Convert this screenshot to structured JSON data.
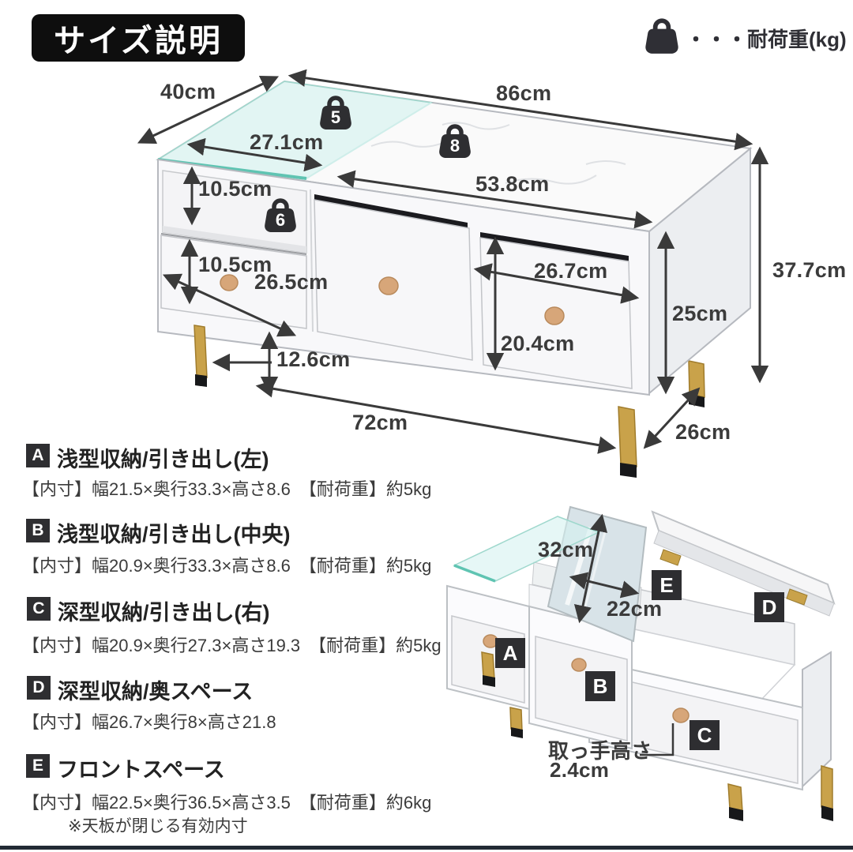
{
  "title": "サイズ説明",
  "legend": {
    "label": "・・・耐荷重(kg)"
  },
  "main_diagram": {
    "dims": {
      "depth": "40cm",
      "width": "86cm",
      "glass_width": "27.1cm",
      "shelf_height": "10.5cm",
      "marble_width": "53.8cm",
      "drawer_left_height": "10.5cm",
      "drawer_left_width": "26.5cm",
      "drawer_right_width": "26.7cm",
      "body_height": "25cm",
      "drawer_right_height": "20.4cm",
      "total_height": "37.7cm",
      "floor_clearance": "12.6cm",
      "leg_span_width": "72cm",
      "leg_span_depth": "26cm"
    },
    "load_badges": {
      "glass_top": "5",
      "marble_top": "8",
      "shelf": "6"
    }
  },
  "sections": [
    {
      "letter": "A",
      "title": "浅型収納/引き出し(左)",
      "spec": "【内寸】幅21.5×奥行33.3×高さ8.6　【耐荷重】約5kg"
    },
    {
      "letter": "B",
      "title": "浅型収納/引き出し(中央)",
      "spec": "【内寸】幅20.9×奥行33.3×高さ8.6　【耐荷重】約5kg"
    },
    {
      "letter": "C",
      "title": "深型収納/引き出し(右)",
      "spec": "【内寸】幅20.9×奥行27.3×高さ19.3　【耐荷重】約5kg"
    },
    {
      "letter": "D",
      "title": "深型収納/奥スペース",
      "spec": "【内寸】幅26.7×奥行8×高さ21.8"
    },
    {
      "letter": "E",
      "title": "フロントスペース",
      "spec": "【内寸】幅22.5×奥行36.5×高さ3.5　【耐荷重】約6kg",
      "note": "※天板が閉じる有効内寸"
    }
  ],
  "open_diagram": {
    "dims": {
      "lid_height": "32cm",
      "lid_width": "22cm"
    },
    "markers": {
      "a": "A",
      "b": "B",
      "c": "C",
      "d": "D",
      "e": "E"
    },
    "handle_note": {
      "line1": "取っ手高さ",
      "line2": "2.4cm"
    }
  },
  "colors": {
    "accent_dark": "#2e2e31",
    "glass_edge": "#5fc4b2",
    "leg_gold": "#c9a24a",
    "knob_wood": "#d7a679"
  }
}
